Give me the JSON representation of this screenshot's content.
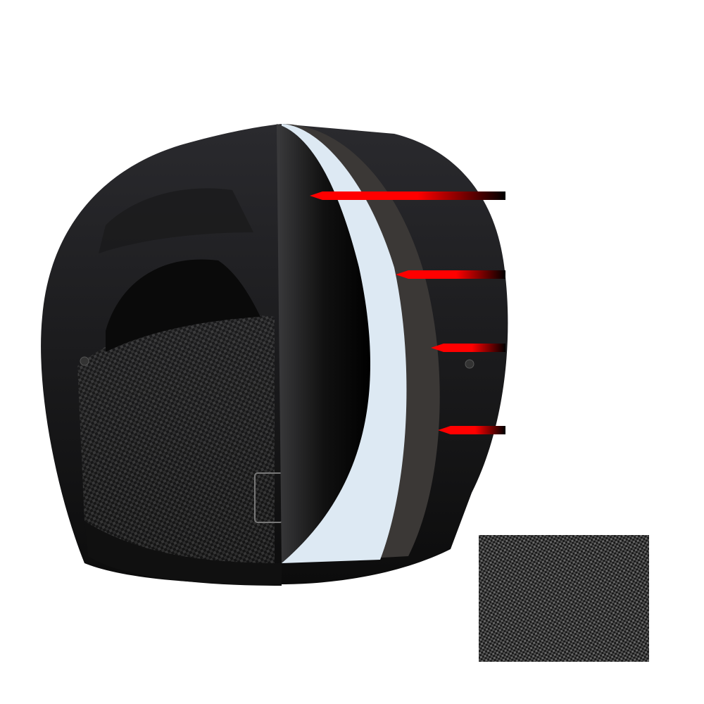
{
  "colors": {
    "background": "#ffffff",
    "shell": "#1c1c1e",
    "shell_highlight": "#3a3a3e",
    "inner_layer": "#050505",
    "foam_layer": "#dde9f3",
    "comfort_layer": "#3b3836",
    "arrow": "#ff0000",
    "arrow_tail": "#000000"
  },
  "layers": [
    "outer-shell",
    "comfort-liner",
    "eps-foam",
    "inner-liner"
  ],
  "arrows": [
    {
      "target": "inner-liner"
    },
    {
      "target": "eps-foam"
    },
    {
      "target": "comfort-liner"
    },
    {
      "target": "outer-shell"
    }
  ],
  "swatch": {
    "material": "carbon-fiber-weave"
  }
}
